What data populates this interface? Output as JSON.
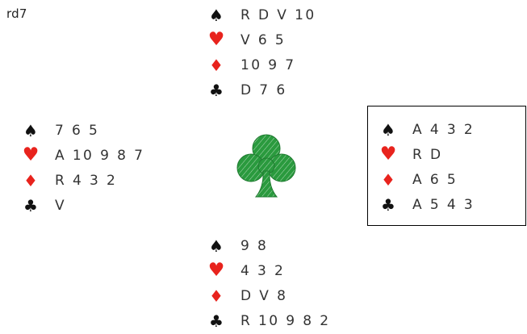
{
  "deal_label": "rd7",
  "colors": {
    "red_suit": "#e8231d",
    "black_suit": "#111111",
    "emblem": "#2a9a3e"
  },
  "center_emblem": "club-icon",
  "hands": {
    "north": {
      "spades": "R D V 10",
      "hearts": "V 6 5",
      "diamonds": "10 9 7",
      "clubs": "D 7 6"
    },
    "west": {
      "spades": "7 6 5",
      "hearts": "A 10 9 8 7",
      "diamonds": "R 4 3 2",
      "clubs": "V"
    },
    "east": {
      "spades": "A 4 3 2",
      "hearts": "R D",
      "diamonds": "A 6 5",
      "clubs": "A 5 4 3"
    },
    "south": {
      "spades": "9 8",
      "hearts": "4 3 2",
      "diamonds": "D V 8",
      "clubs": "R 10 9 8 2"
    }
  }
}
